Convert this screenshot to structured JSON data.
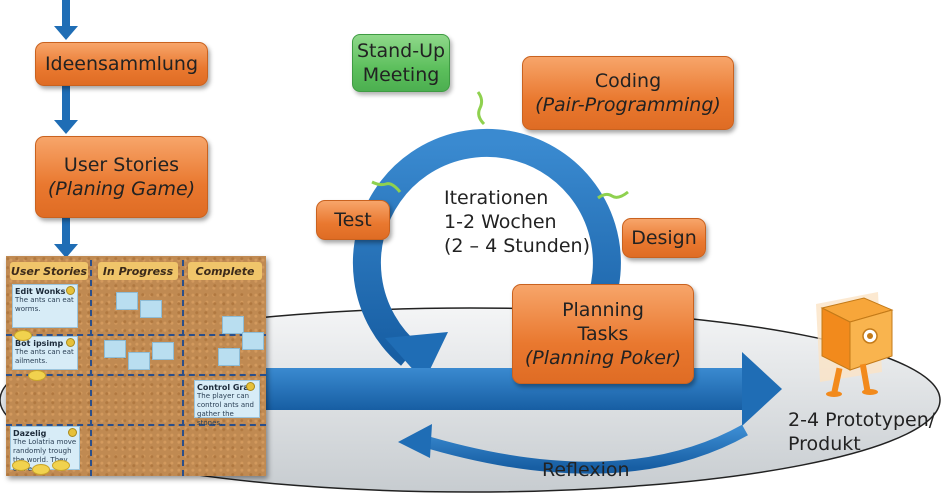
{
  "colors": {
    "orange_box": "#e9782f",
    "green_box": "#5cbf5c",
    "blue_arrow": "#1f6db5",
    "ellipse_fill": "#d9dde0",
    "cork": "#c08a52"
  },
  "left_flow": {
    "ideas": "Ideensammlung",
    "stories_line1": "User Stories",
    "stories_line2": "(Planing Game)"
  },
  "board": {
    "col1": "User Stories",
    "col2": "In Progress",
    "col3": "Complete",
    "card1_title": "Edit Wonks",
    "card1_text": "The ants can eat worms.",
    "card2_title": "Bot ipsimp",
    "card2_text": "The ants can eat ailments.",
    "card3_title": "Control Grab",
    "card3_text": "The player can control ants and gather the stones.",
    "card4_title": "Dazelig",
    "card4_text": "The Lolatria move randomly trough the world. They can eat"
  },
  "cycle": {
    "standup_line1": "Stand-Up",
    "standup_line2": "Meeting",
    "coding_line1": "Coding",
    "coding_line2": "(Pair-Programming)",
    "test": "Test",
    "design": "Design",
    "center_line1": "Iterationen",
    "center_line2": "1-2 Wochen",
    "center_line3": "(2 – 4 Stunden)",
    "planning_line1": "Planning",
    "planning_line2": "Tasks",
    "planning_line3": "(Planning Poker)"
  },
  "output": {
    "line1": "2-4 Prototypen/",
    "line2": "Produkt"
  },
  "reflexion": "Reflexion",
  "icons": [
    "package-robot-icon"
  ]
}
